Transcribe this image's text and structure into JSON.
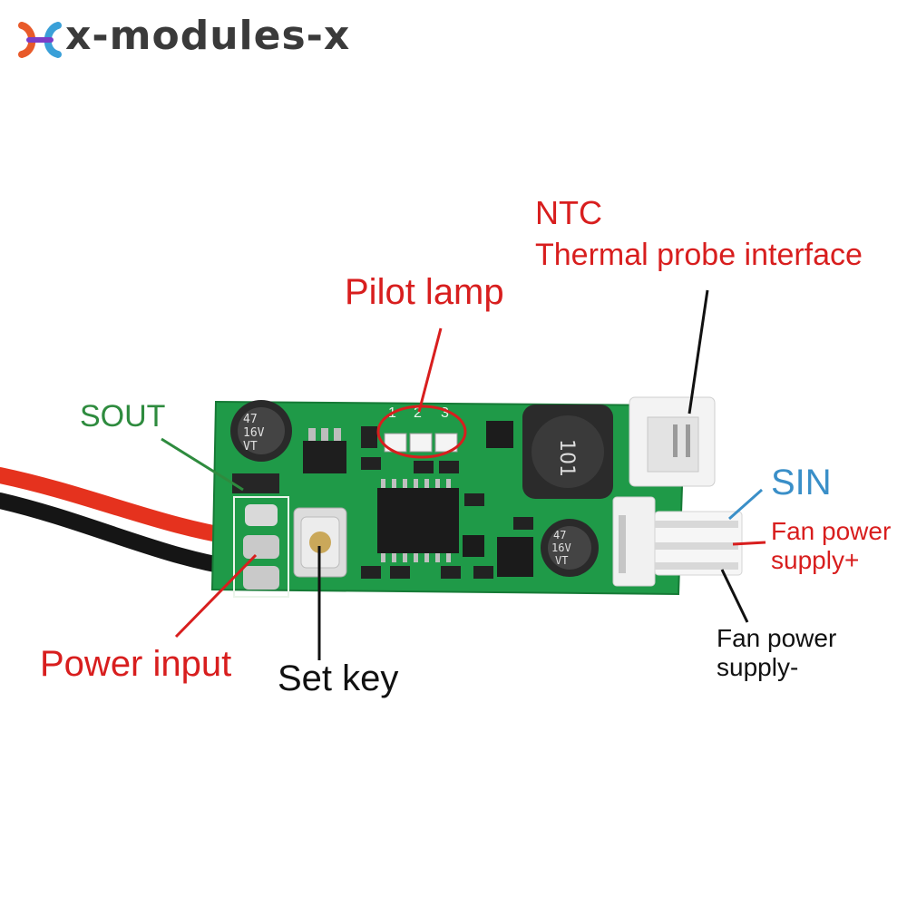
{
  "brand": {
    "name": "x-modules-x",
    "logo_colors": [
      "#e85a2a",
      "#3aa0d8",
      "#7a3ec8",
      "#333333"
    ]
  },
  "labels": {
    "ntc": "NTC",
    "thermal_probe": "Thermal probe interface",
    "pilot_lamp": "Pilot lamp",
    "sout": "SOUT",
    "sin": "SIN",
    "fan_plus_line1": "Fan power",
    "fan_plus_line2": "supply+",
    "fan_minus_line1": "Fan power",
    "fan_minus_line2": "supply-",
    "power_input": "Power input",
    "set_key": "Set key"
  },
  "board": {
    "led_numbers": [
      "1",
      "2",
      "3"
    ],
    "capacitor_left": [
      "47",
      "16V",
      "VT"
    ],
    "capacitor_right": [
      "47",
      "16V",
      "VT"
    ],
    "inductor_text": "101",
    "pcb_color": "#1f9a48"
  },
  "colors": {
    "red_label": "#d81e1e",
    "green_label": "#2e8b3e",
    "blue_label": "#3a8fc8",
    "black_label": "#111111"
  }
}
